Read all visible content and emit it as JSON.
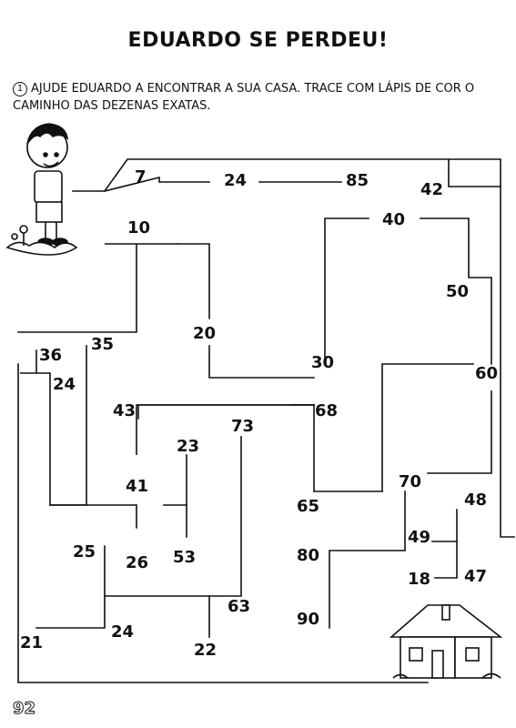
{
  "title": "EDUARDO SE PERDEU!",
  "instruction": {
    "number": "1",
    "line1": "AJUDE EDUARDO A ENCONTRAR A SUA CASA. TRACE COM LÁPIS DE COR O",
    "line2": "CAMINHO DAS DEZENAS EXATAS."
  },
  "maze_numbers": [
    "7",
    "24",
    "85",
    "42",
    "10",
    "40",
    "50",
    "20",
    "30",
    "60",
    "35",
    "36",
    "24",
    "43",
    "68",
    "73",
    "23",
    "41",
    "70",
    "48",
    "65",
    "25",
    "26",
    "53",
    "80",
    "49",
    "18",
    "47",
    "63",
    "90",
    "24",
    "21",
    "22"
  ],
  "page_number": "92"
}
